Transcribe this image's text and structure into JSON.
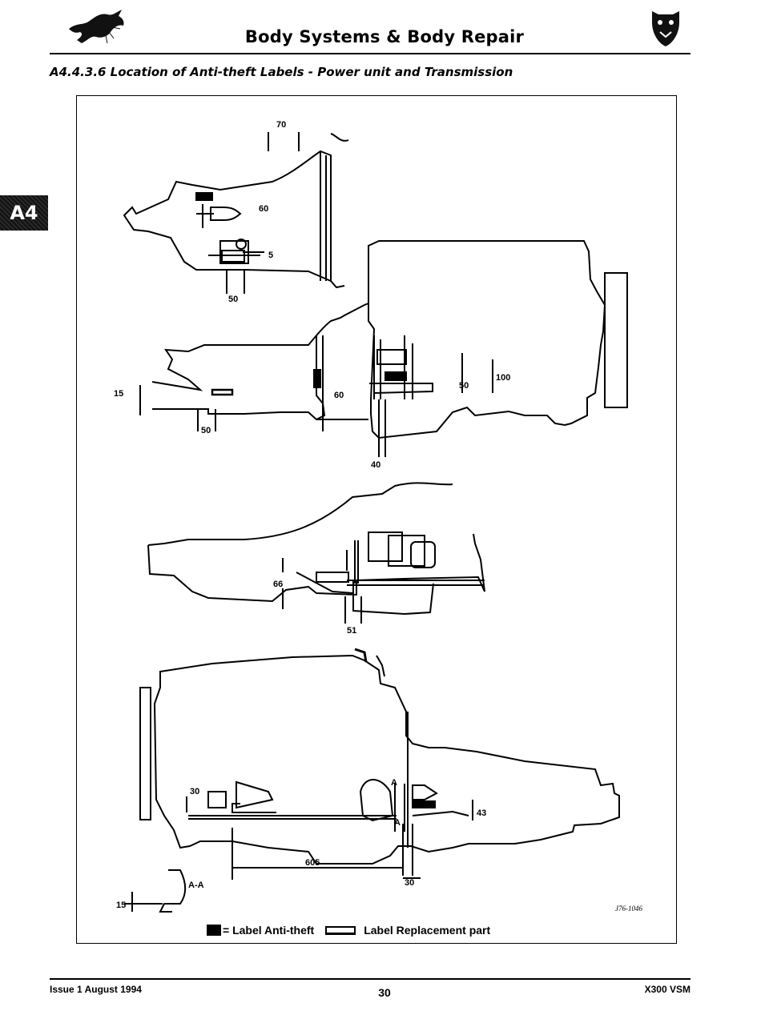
{
  "header": {
    "title": "Body Systems & Body Repair",
    "left_logo_icon": "leaping-cat-emblem-icon",
    "right_logo_icon": "jaguar-head-emblem-icon"
  },
  "section": {
    "tab_label": "A4",
    "caption": "A4.4.3.6  Location of Anti-theft Labels - Power unit and Transmission"
  },
  "figure": {
    "dimensions": {
      "d70": "70",
      "d60a": "60",
      "d5": "5",
      "d50a": "50",
      "d15a": "15",
      "d50b": "50",
      "d60b": "60",
      "d40": "40",
      "d50c": "50",
      "d100": "100",
      "d66": "66",
      "d51": "51",
      "d30a": "30",
      "dA1": "A",
      "dA2": "A",
      "d43": "43",
      "d605": "605",
      "d30b": "30",
      "dAA": "A-A",
      "d15b": "15"
    },
    "reference": "J76-1046",
    "legend": {
      "anti_theft": "= Label Anti-theft",
      "replacement": "Label Replacement part"
    }
  },
  "footer": {
    "issue": "Issue 1 August 1994",
    "page": "30",
    "doc": "X300 VSM"
  }
}
